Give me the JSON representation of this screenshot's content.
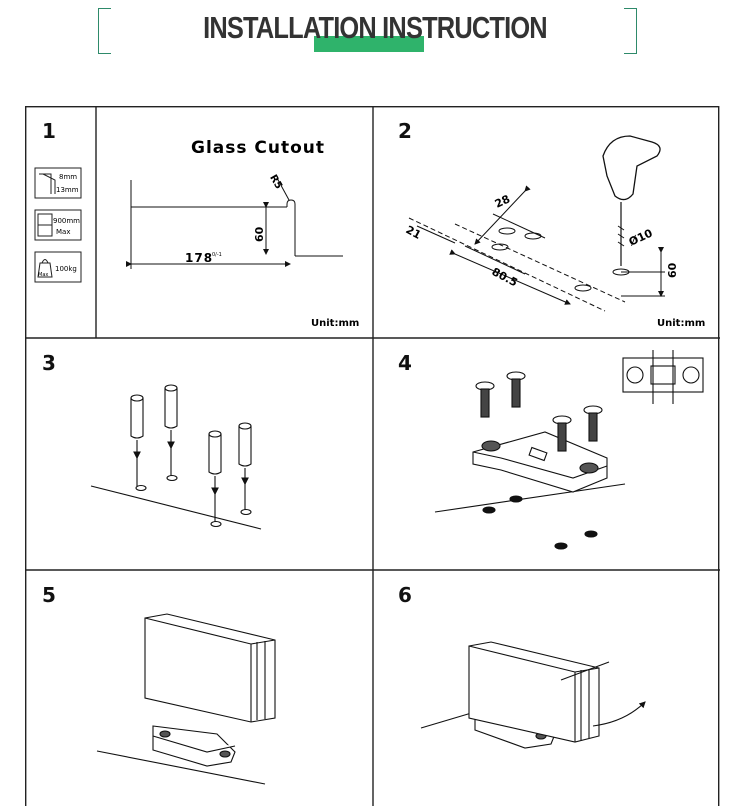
{
  "header": {
    "title": "INSTALLATION INSTRUCTION",
    "accent_color": "#2fb36b",
    "bracket_color": "#2e8a6a"
  },
  "steps": [
    {
      "number": "1",
      "heading": "Glass Cutout",
      "specs": {
        "thickness_min": "8mm",
        "thickness_max": "13mm",
        "width": "900mm",
        "width_note": "Max",
        "weight": "100kg",
        "weight_note": "Max"
      },
      "dims": {
        "radius": "R5",
        "height": "60",
        "length": "178",
        "tolerance": "0/-1"
      },
      "unit": "Unit:mm"
    },
    {
      "number": "2",
      "dims": {
        "d21": "21",
        "d28": "28",
        "d80": "80.5",
        "dia": "Ø10",
        "d60": "60"
      },
      "unit": "Unit:mm"
    },
    {
      "number": "3"
    },
    {
      "number": "4"
    },
    {
      "number": "5"
    },
    {
      "number": "6"
    }
  ]
}
